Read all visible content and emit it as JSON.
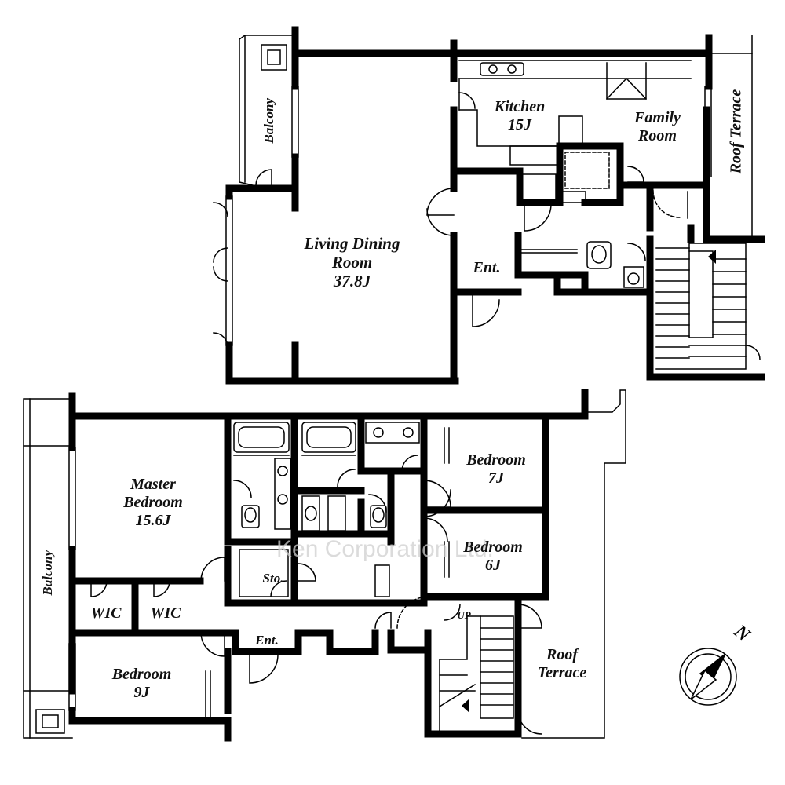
{
  "rooms": {
    "living": {
      "name1": "Living Dining",
      "name2": "Room",
      "size": "37.8J"
    },
    "kitchen": {
      "name": "Kitchen",
      "size": "15J"
    },
    "family": {
      "name1": "Family",
      "name2": "Room"
    },
    "roof_terrace_upper": "Roof Terrace",
    "balcony_upper": "Balcony",
    "entrance_upper": "Ent.",
    "master": {
      "name1": "Master",
      "name2": "Bedroom",
      "size": "15.6J"
    },
    "bedroom_7": {
      "name": "Bedroom",
      "size": "7J"
    },
    "bedroom_6": {
      "name": "Bedroom",
      "size": "6J"
    },
    "bedroom_9": {
      "name": "Bedroom",
      "size": "9J"
    },
    "wic_1": "WIC",
    "wic_2": "WIC",
    "storage": "Sto.",
    "entrance_lower": "Ent.",
    "balcony_lower": "Balcony",
    "roof_terrace_lower": {
      "name1": "Roof",
      "name2": "Terrace"
    },
    "stairs_up": "UP"
  },
  "watermark": "Ken Corporation Ltd.",
  "compass": {
    "label": "N"
  }
}
